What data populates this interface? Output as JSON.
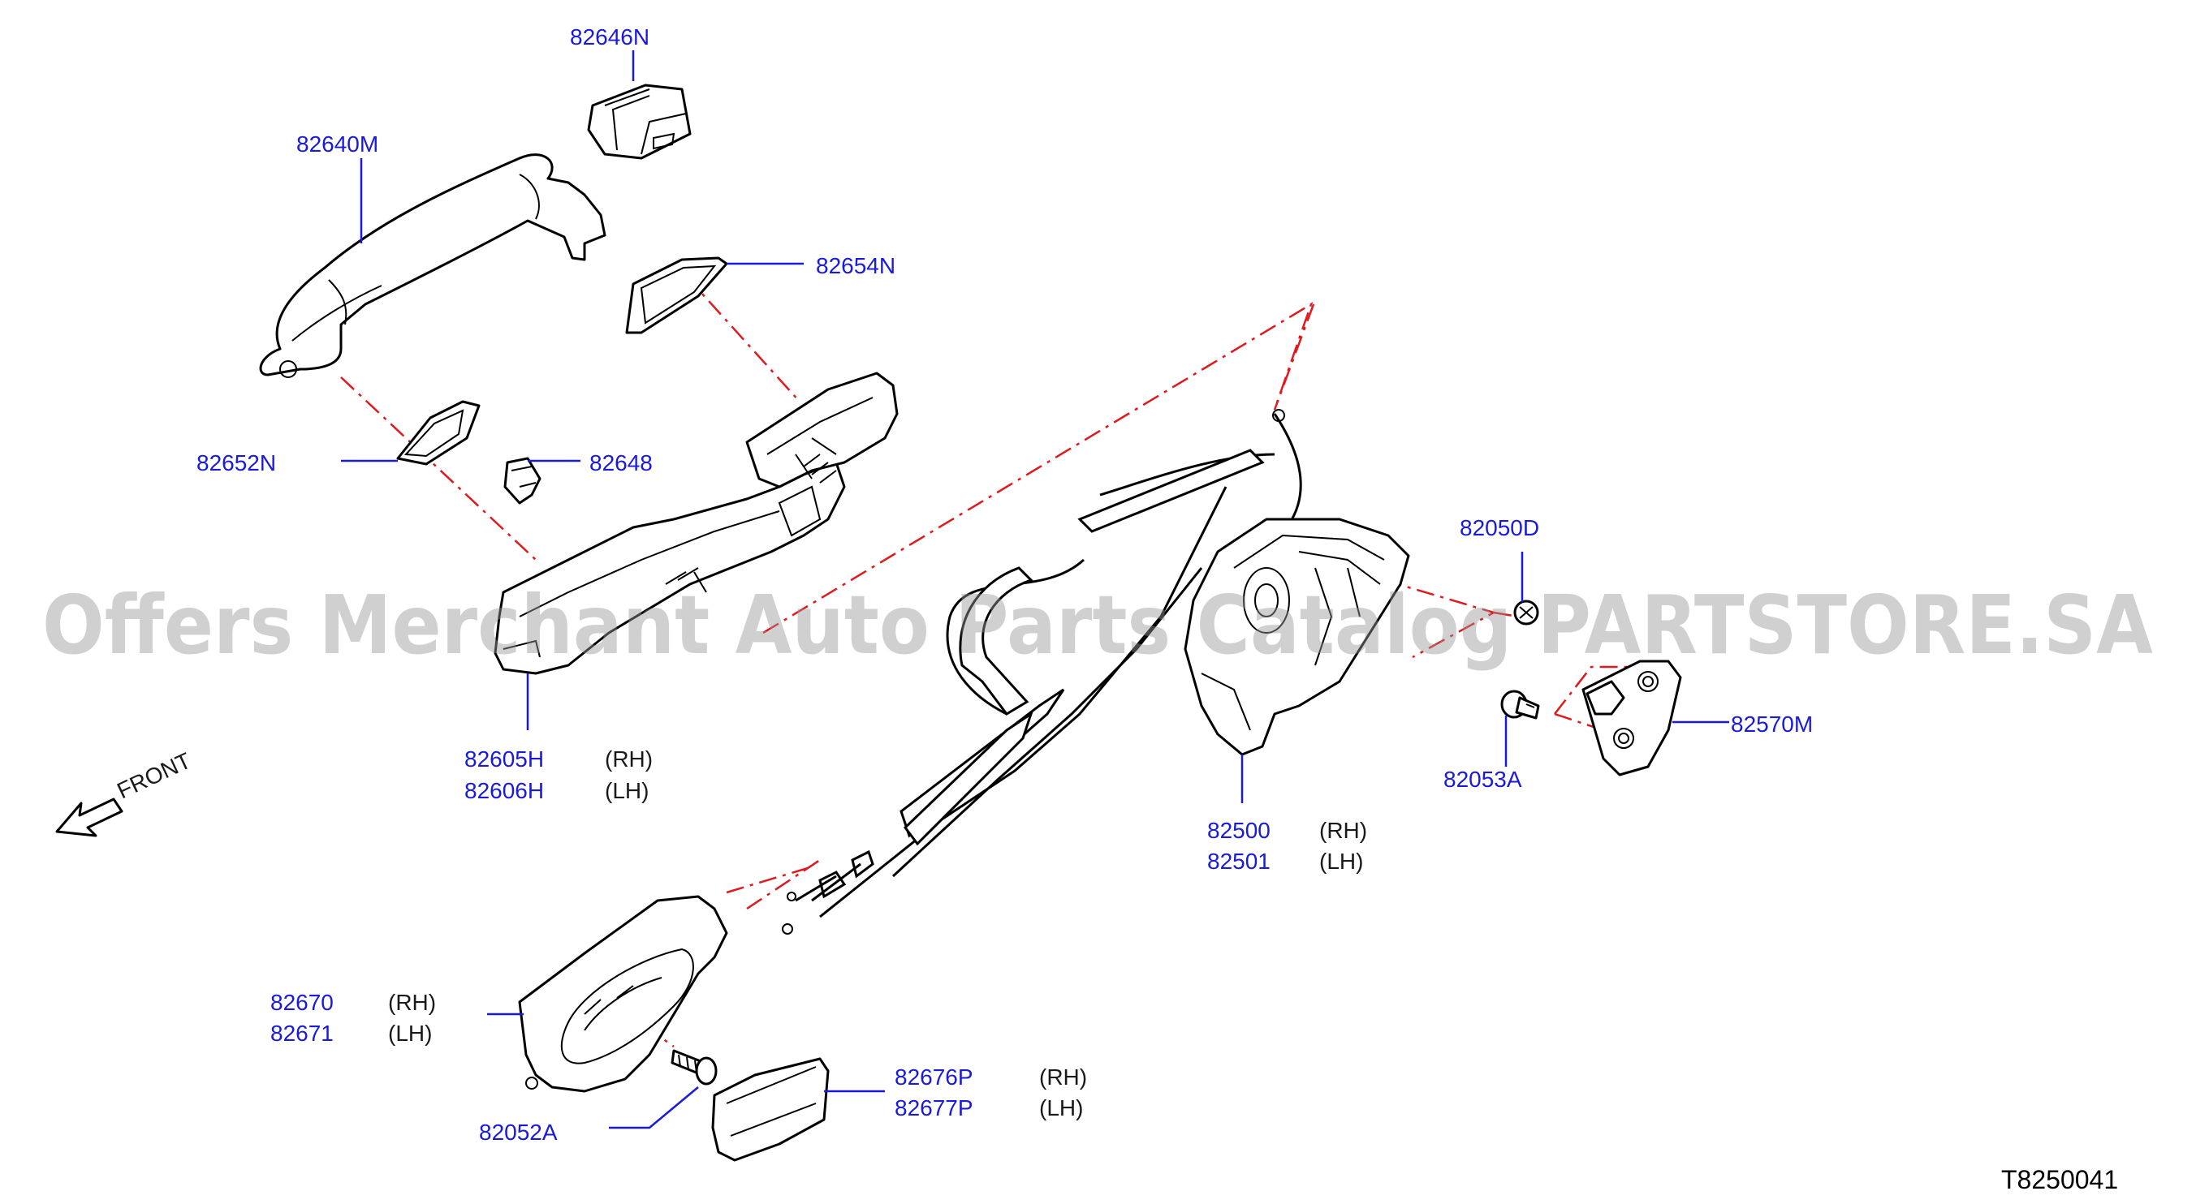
{
  "labels": {
    "p82646N": "82646N",
    "p82640M": "82640M",
    "p82654N": "82654N",
    "p82652N": "82652N",
    "p82648": "82648",
    "p82605H": "82605H",
    "p82605H_side": "(RH)",
    "p82606H": "82606H",
    "p82606H_side": "(LH)",
    "p82050D": "82050D",
    "p82053A": "82053A",
    "p82570M": "82570M",
    "p82500": "82500",
    "p82500_side": "(RH)",
    "p82501": "82501",
    "p82501_side": "(LH)",
    "p82670": "82670",
    "p82670_side": "(RH)",
    "p82671": "82671",
    "p82671_side": "(LH)",
    "p82052A": "82052A",
    "p82676P": "82676P",
    "p82676P_side": "(RH)",
    "p82677P": "82677P",
    "p82677P_side": "(LH)"
  },
  "front_label": "FRONT",
  "diagram_code": "T8250041",
  "watermark": "Offers Merchant Auto Parts Catalog PARTSTORE.SA",
  "colors": {
    "part_number": "#1a1adb",
    "dash_line": "#e0191e",
    "outline": "#000000",
    "watermark": "#969696"
  }
}
